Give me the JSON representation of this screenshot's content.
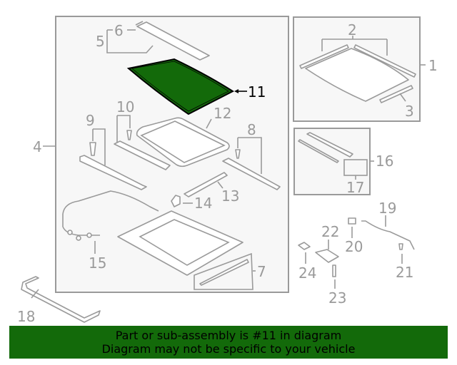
{
  "diagram": {
    "highlight_color": "#136a0a",
    "highlighted_part": "11",
    "callouts": [
      {
        "id": "1",
        "label": "1"
      },
      {
        "id": "2",
        "label": "2"
      },
      {
        "id": "3",
        "label": "3"
      },
      {
        "id": "4",
        "label": "4"
      },
      {
        "id": "5",
        "label": "5"
      },
      {
        "id": "6",
        "label": "6"
      },
      {
        "id": "7",
        "label": "7"
      },
      {
        "id": "8",
        "label": "8"
      },
      {
        "id": "9",
        "label": "9"
      },
      {
        "id": "10",
        "label": "10"
      },
      {
        "id": "11",
        "label": "11"
      },
      {
        "id": "12",
        "label": "12"
      },
      {
        "id": "13",
        "label": "13"
      },
      {
        "id": "14",
        "label": "14"
      },
      {
        "id": "15",
        "label": "15"
      },
      {
        "id": "16",
        "label": "16"
      },
      {
        "id": "17",
        "label": "17"
      },
      {
        "id": "18",
        "label": "18"
      },
      {
        "id": "19",
        "label": "19"
      },
      {
        "id": "20",
        "label": "20"
      },
      {
        "id": "21",
        "label": "21"
      },
      {
        "id": "22",
        "label": "22"
      },
      {
        "id": "23",
        "label": "23"
      },
      {
        "id": "24",
        "label": "24"
      }
    ]
  },
  "banner": {
    "line1": "Part or sub-assembly is #11 in diagram",
    "line2": "Diagram may not be specific to your vehicle"
  }
}
